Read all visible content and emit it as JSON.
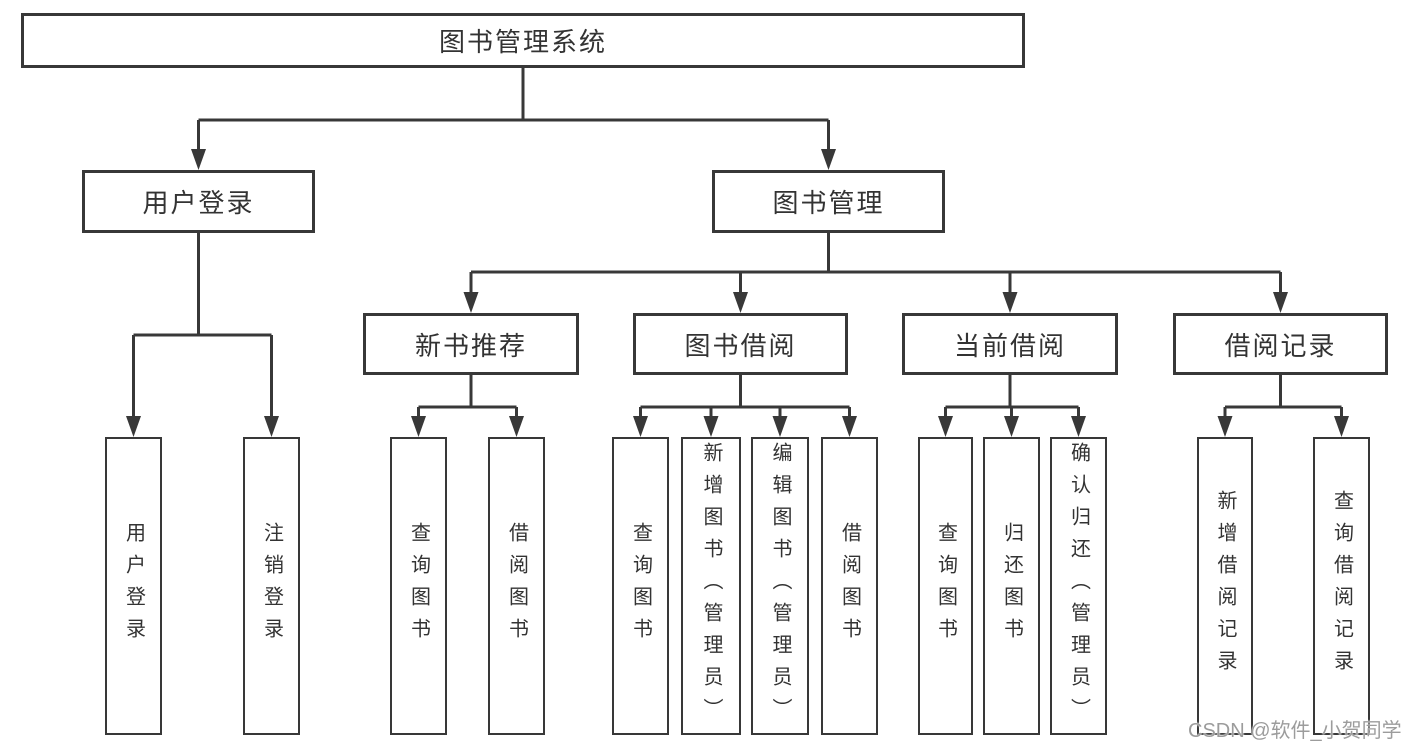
{
  "diagram_title": "图书管理系统",
  "tree": {
    "root": {
      "label": "图书管理系统"
    },
    "level2": {
      "user_login": {
        "label": "用户登录"
      },
      "book_mgmt": {
        "label": "图书管理"
      }
    },
    "level3": {
      "new_books": {
        "label": "新书推荐"
      },
      "book_borrow": {
        "label": "图书借阅"
      },
      "current_borrow": {
        "label": "当前借阅"
      },
      "borrow_records": {
        "label": "借阅记录"
      }
    },
    "leaves": {
      "user_login_login": "用户登录",
      "user_login_logout": "注销登录",
      "new_books_query": "查询图书",
      "new_books_borrow": "借阅图书",
      "borrow_query": "查询图书",
      "borrow_add_admin": "新增图书（管理员）",
      "borrow_edit_admin": "编辑图书（管理员）",
      "borrow_borrow": "借阅图书",
      "current_query": "查询图书",
      "current_return": "归还图书",
      "current_confirm_admin": "确认归还（管理员）",
      "records_add": "新增借阅记录",
      "records_query": "查询借阅记录"
    }
  },
  "watermark": "CSDN @软件_小贺同学",
  "colors": {
    "line": "#383838",
    "text": "#333333",
    "node_background": "#ffffff",
    "page_background": "#ffffff",
    "watermark": "#9c9c9c"
  }
}
